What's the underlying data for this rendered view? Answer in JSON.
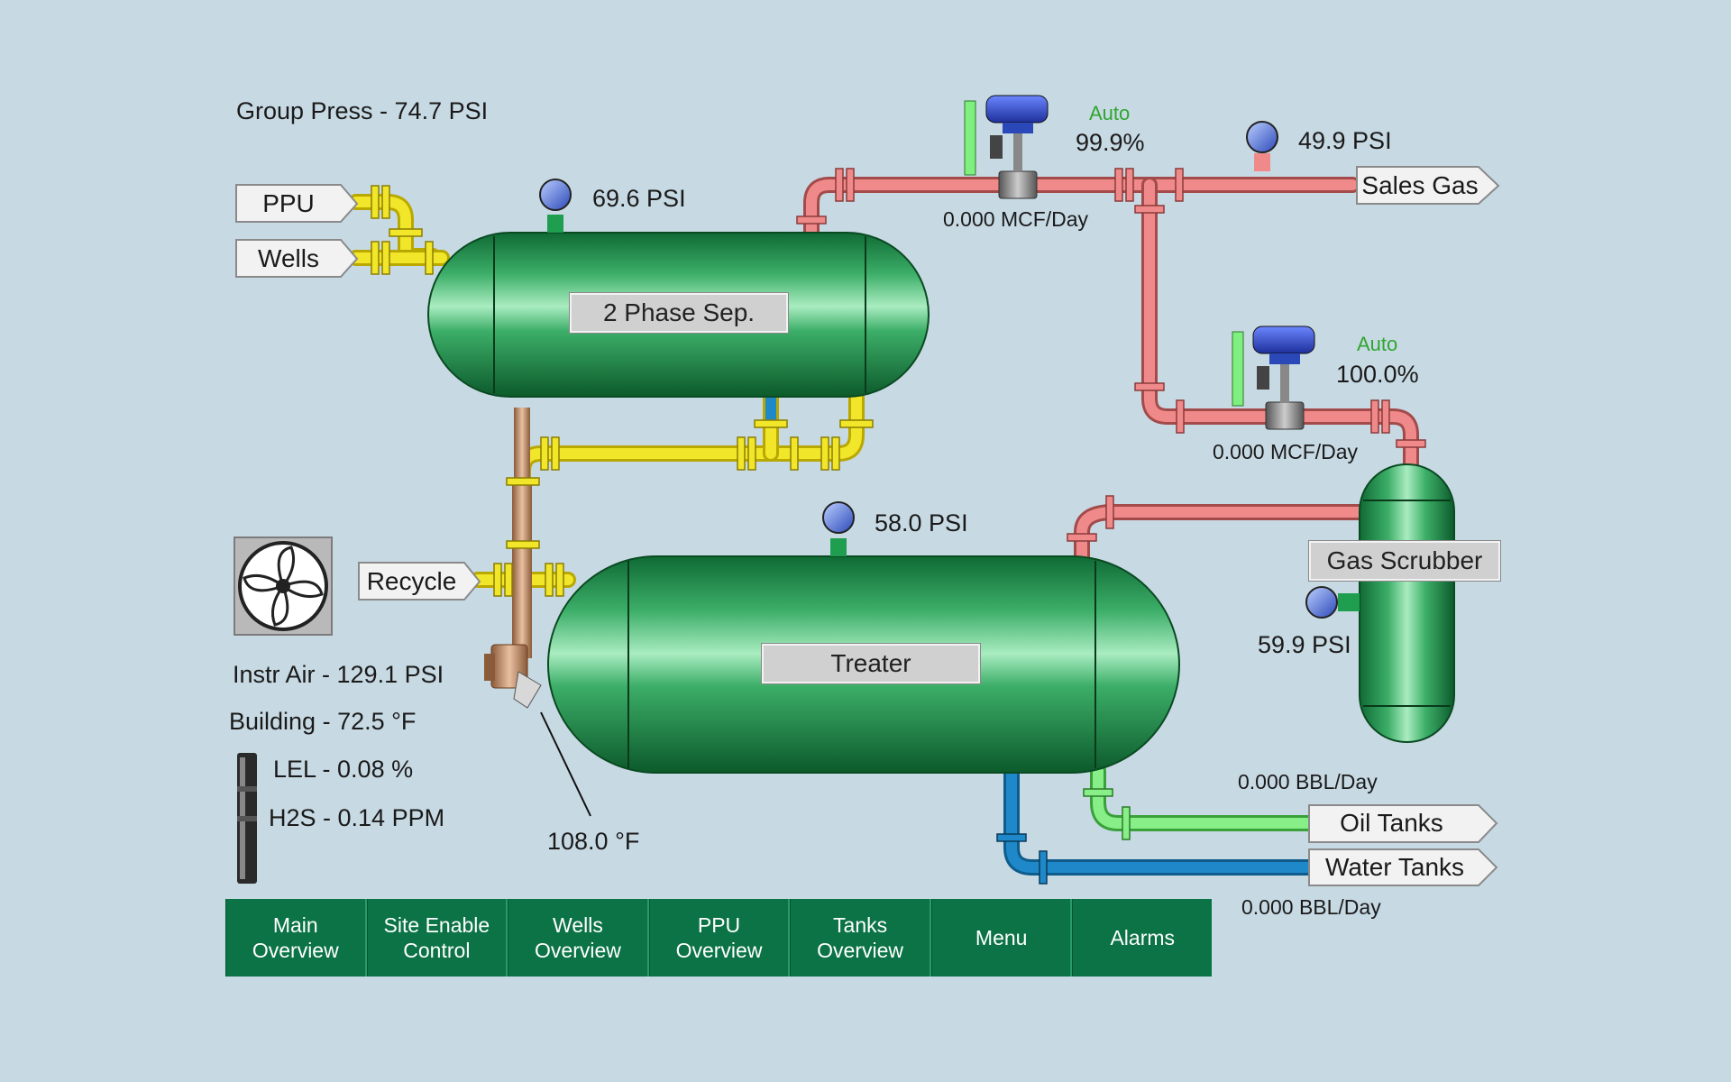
{
  "status": {
    "group_press": "Group Press -  74.7 PSI",
    "instr_air": "Instr Air - 129.1 PSI",
    "building": "Building - 72.5 °F",
    "lel": "LEL - 0.08 %",
    "h2s": "H2S - 0.14 PPM"
  },
  "sources": {
    "ppu": "PPU",
    "wells": "Wells",
    "recycle": "Recycle"
  },
  "outlets": {
    "sales_gas": "Sales Gas",
    "oil_tanks": "Oil Tanks",
    "water_tanks": "Water Tanks"
  },
  "vessels": {
    "separator": {
      "label": "2 Phase Sep.",
      "pressure": "69.6 PSI"
    },
    "treater": {
      "label": "Treater",
      "pressure": "58.0 PSI",
      "temperature": "108.0 °F"
    },
    "scrubber": {
      "label": "Gas Scrubber",
      "pressure": "59.9 PSI"
    }
  },
  "valves": {
    "sales": {
      "mode": "Auto",
      "output": "99.9%",
      "flow": "0.000 MCF/Day"
    },
    "scrubber": {
      "mode": "Auto",
      "output": "100.0%",
      "flow": "0.000 MCF/Day"
    }
  },
  "sales_line_pressure": "49.9 PSI",
  "flows": {
    "oil": "0.000 BBL/Day",
    "water": "0.000 BBL/Day"
  },
  "nav": [
    "Main\nOverview",
    "Site Enable\nControl",
    "Wells\nOverview",
    "PPU\nOverview",
    "Tanks\nOverview",
    "Menu",
    "Alarms"
  ],
  "colors": {
    "background": "#c7d9e3",
    "gas_pipe": "#f08a8a",
    "inlet_pipe": "#f2e62a",
    "oil_pipe": "#88ee88",
    "water_pipe": "#1f88c8",
    "vessel": "#1e8a4a",
    "nav_bar": "#0b7345",
    "auto_text": "#2fa62f"
  }
}
